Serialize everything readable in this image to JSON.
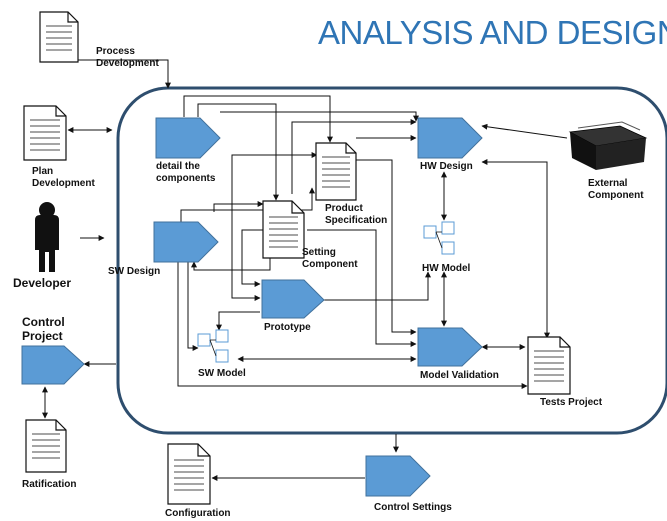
{
  "title": "ANALYSIS AND DESIGN",
  "nodes": {
    "process_development": "Process\nDevelopment",
    "plan_development": "Plan\nDevelopment",
    "developer": "Developer",
    "control_project": "Control\nProject",
    "ratification": "Ratification",
    "configuration": "Configuration",
    "control_settings": "Control Settings",
    "detail_components": "detail the\ncomponents",
    "product_specification": "Product\nSpecification",
    "setting_component": "Setting\nComponent",
    "sw_design": "SW Design",
    "hw_design": "HW Design",
    "hw_model": "HW Model",
    "prototype": "Prototype",
    "sw_model": "SW Model",
    "model_validation": "Model Validation",
    "tests_project": "Tests Project",
    "external_component": "External\nComponent"
  },
  "colors": {
    "process_fill": "#5b9bd5",
    "process_stroke": "#41719c",
    "boundary": "#2e4e6e",
    "title": "#2f75b5"
  },
  "icons": {
    "document": "document-icon",
    "process": "pentagon-process-icon",
    "person": "person-icon",
    "model": "component-model-icon",
    "box": "black-box-icon"
  }
}
